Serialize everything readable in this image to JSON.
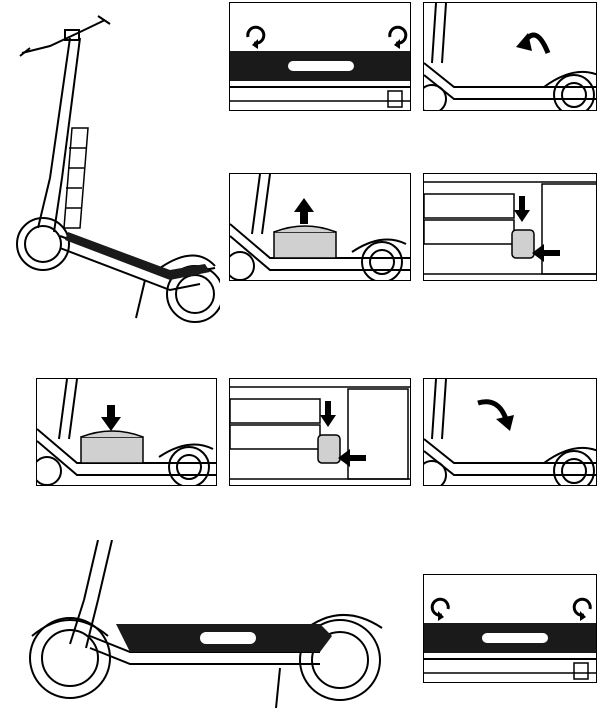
{
  "figure": {
    "description_free": true,
    "steps": [
      {
        "id": "overview",
        "icons": []
      },
      {
        "id": "deck-screws-top",
        "icons": [
          "rotate-ccw-icon",
          "rotate-ccw-icon"
        ]
      },
      {
        "id": "deck-lift-side",
        "icons": [
          "curved-arrow-up-icon"
        ]
      },
      {
        "id": "battery-remove",
        "icons": [
          "arrow-up-icon"
        ]
      },
      {
        "id": "connector-unplug",
        "icons": [
          "arrow-down-icon",
          "arrow-left-icon"
        ]
      },
      {
        "id": "battery-insert",
        "icons": [
          "arrow-down-icon"
        ]
      },
      {
        "id": "connector-plug",
        "icons": [
          "arrow-down-icon",
          "arrow-left-icon"
        ]
      },
      {
        "id": "deck-lower-side",
        "icons": [
          "curved-arrow-down-icon"
        ]
      },
      {
        "id": "final-assembly",
        "icons": []
      },
      {
        "id": "deck-screws-tighten",
        "icons": [
          "rotate-cw-icon",
          "rotate-cw-icon"
        ]
      }
    ],
    "colors": {
      "line": "#000000",
      "fill_dark": "#1a1a1a",
      "fill_gray": "#d0d0d0",
      "bg": "#ffffff"
    }
  }
}
